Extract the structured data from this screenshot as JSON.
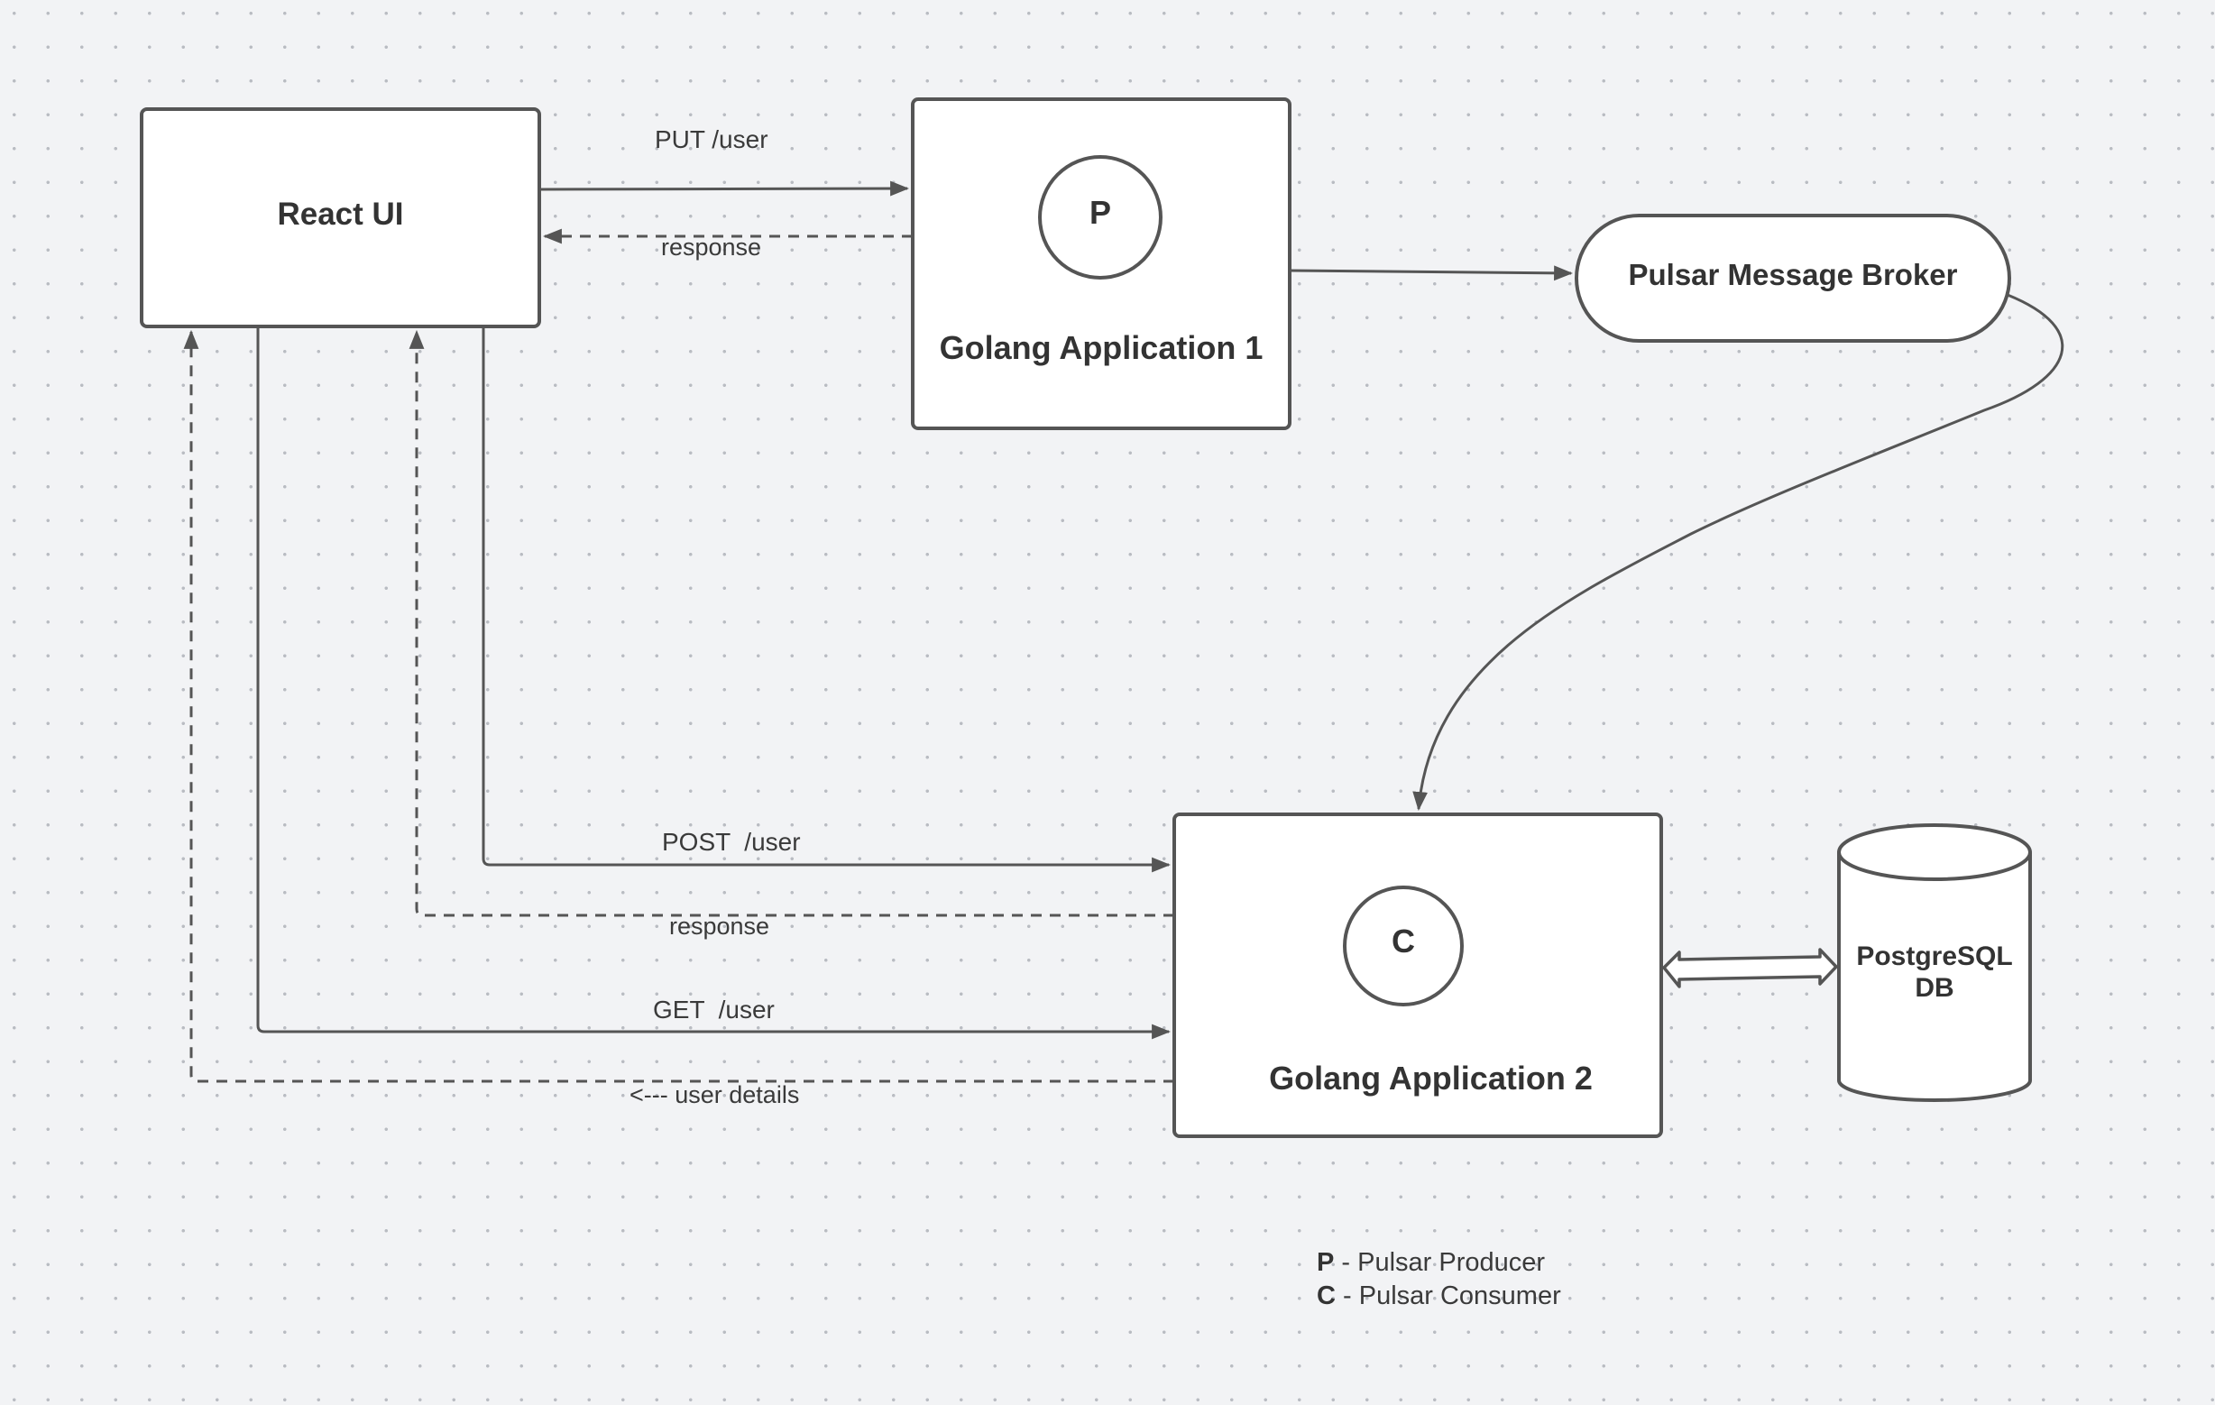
{
  "nodes": {
    "react_ui": {
      "label": "React UI"
    },
    "golang_app_1": {
      "label": "Golang Application 1",
      "badge": "P"
    },
    "pulsar_broker": {
      "label": "Pulsar Message Broker"
    },
    "golang_app_2": {
      "label": "Golang Application 2",
      "badge": "C"
    },
    "postgres_db": {
      "label_line1": "PostgreSQL",
      "label_line2": "DB"
    }
  },
  "edges": {
    "put_user": "PUT /user",
    "put_response": "response",
    "post_user": "POST  /user",
    "post_response": "response",
    "get_user": "GET  /user",
    "get_response": "<--- user details"
  },
  "legend": [
    {
      "key": "P",
      "text": " - Pulsar Producer"
    },
    {
      "key": "C",
      "text": " - Pulsar Consumer"
    }
  ],
  "colors": {
    "background": "#f2f3f5",
    "shape_fill": "#ffffff",
    "stroke": "#555555",
    "text": "#333333"
  }
}
